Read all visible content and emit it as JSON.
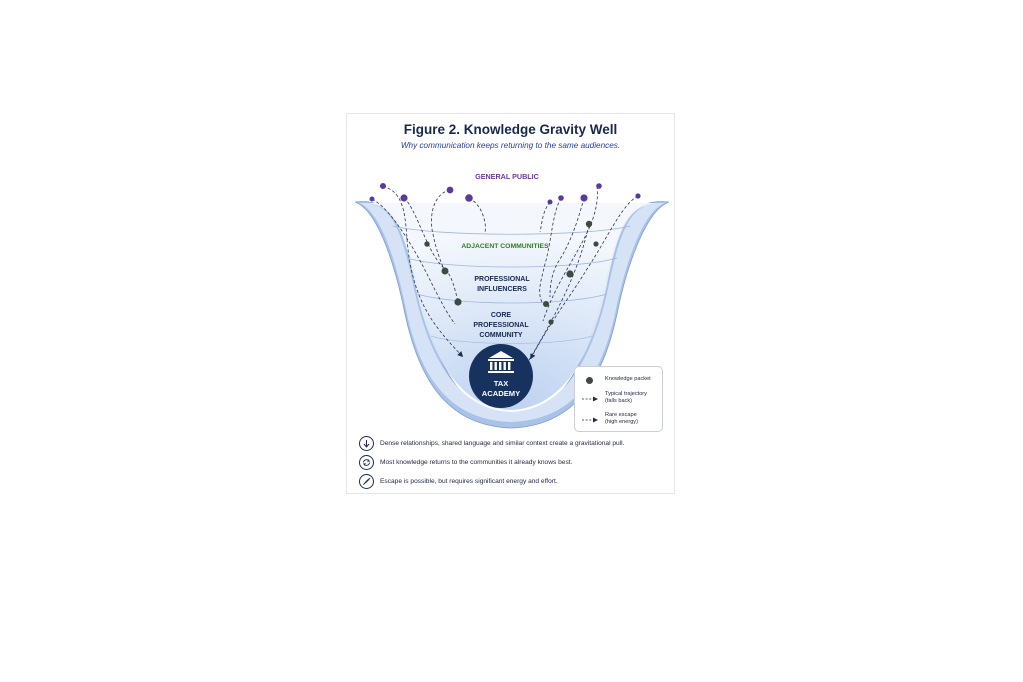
{
  "figure": {
    "title": "Figure 2.  Knowledge Gravity Well",
    "subtitle": "Why communication keeps returning to the same audiences."
  },
  "levels": {
    "general_public": "GENERAL PUBLIC",
    "adjacent": "ADJACENT COMMUNITIES",
    "influencers": [
      "PROFESSIONAL",
      "INFLUENCERS"
    ],
    "core": [
      "CORE",
      "PROFESSIONAL",
      "COMMUNITY"
    ],
    "center": [
      "TAX",
      "ACADEMY"
    ]
  },
  "legend": {
    "packet": "Knowledge packet",
    "typical": [
      "Typical trajectory",
      "(falls back)"
    ],
    "escape": [
      "Rare escape",
      "(high energy)"
    ]
  },
  "notes": [
    {
      "icon": "down-arrow-icon",
      "text": "Dense relationships, shared language and similar context create a gravitational pull."
    },
    {
      "icon": "cycle-icon",
      "text": "Most knowledge returns to the communities it already knows best."
    },
    {
      "icon": "rocket-icon",
      "text": "Escape is possible, but requires significant energy and effort."
    }
  ],
  "colors": {
    "navy": "#17284f",
    "violet": "#6a3aa6",
    "green": "#2e7d22",
    "well_blue": "#9fbde6",
    "packet_dark": "#3c4a3f",
    "packet_purple": "#5b3aa0"
  }
}
